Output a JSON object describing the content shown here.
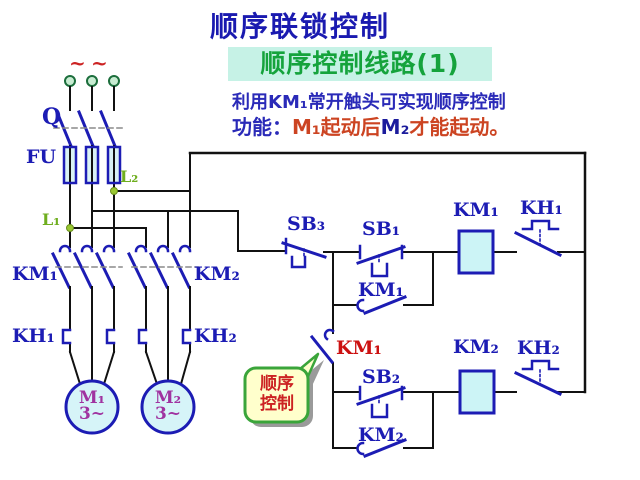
{
  "header": {
    "title": "顺序联锁控制",
    "subtitle": "顺序控制线路(1)",
    "line1": "利用KM₁常开触头可实现顺序控制",
    "line2": {
      "seg1": "功能：",
      "seg2": "M₁起动后",
      "seg3": "M₂",
      "seg4": "才能起动。"
    }
  },
  "power": {
    "ac_mark": "~",
    "switch_label": "Q",
    "fuse_label": "FU",
    "phase_l2": "L₂",
    "phase_l1": "L₁",
    "km1_contacts": "KM₁",
    "km2_contacts": "KM₂",
    "kh1_heater": "KH₁",
    "kh2_heater": "KH₂",
    "motor1": {
      "name": "M₁",
      "phases": "3~"
    },
    "motor2": {
      "name": "M₂",
      "phases": "3~"
    }
  },
  "control": {
    "stop_button": "SB₃",
    "start_button_1": "SB₁",
    "km1_selfhold": "KM₁",
    "km1_sequence": "KM₁",
    "start_button_2": "SB₂",
    "km2_selfhold": "KM₂",
    "km1_coil": "KM₁",
    "kh1_contact": "KH₁",
    "km2_coil": "KM₂",
    "kh2_contact": "KH₂"
  },
  "callout": {
    "text": "顺序\n控制"
  },
  "colors": {
    "title_blue": "#1a1ab0",
    "subtitle_green": "#15a33c",
    "subtitle_band_bg": "#c6f2e6",
    "emphasis_red": "#cc4422",
    "label_blue": "#1c1cb4",
    "phase_label_green": "#6fae1f",
    "motor_text_magenta": "#a033a0",
    "sequence_label_red": "#cc1111",
    "callout_bg": "#ffffcc",
    "callout_border": "#3aa53a",
    "wire_black": "#111111",
    "component_fill": "#d6f4f8"
  }
}
